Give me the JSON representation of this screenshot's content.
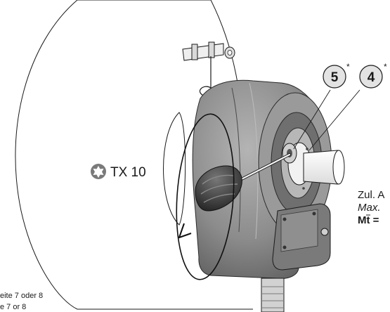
{
  "tool_label": "TX 10",
  "callouts": [
    {
      "number": "5",
      "mark": "*"
    },
    {
      "number": "4",
      "mark": "*"
    }
  ],
  "notes_right": {
    "line1": "Zul. A",
    "line2": "Max.",
    "line3": "Mt ="
  },
  "notes_bottom_left": {
    "line1": "eite 7 oder 8",
    "line2": "e 7 or 8"
  },
  "colors": {
    "housing": "#8c8c8c",
    "housing_dark": "#6a6a6a",
    "callout_fill": "#e3e3e3",
    "screwdriver_handle": "#3f3f3f",
    "line": "#1a1a1a"
  },
  "icons": [
    "torx-icon"
  ]
}
